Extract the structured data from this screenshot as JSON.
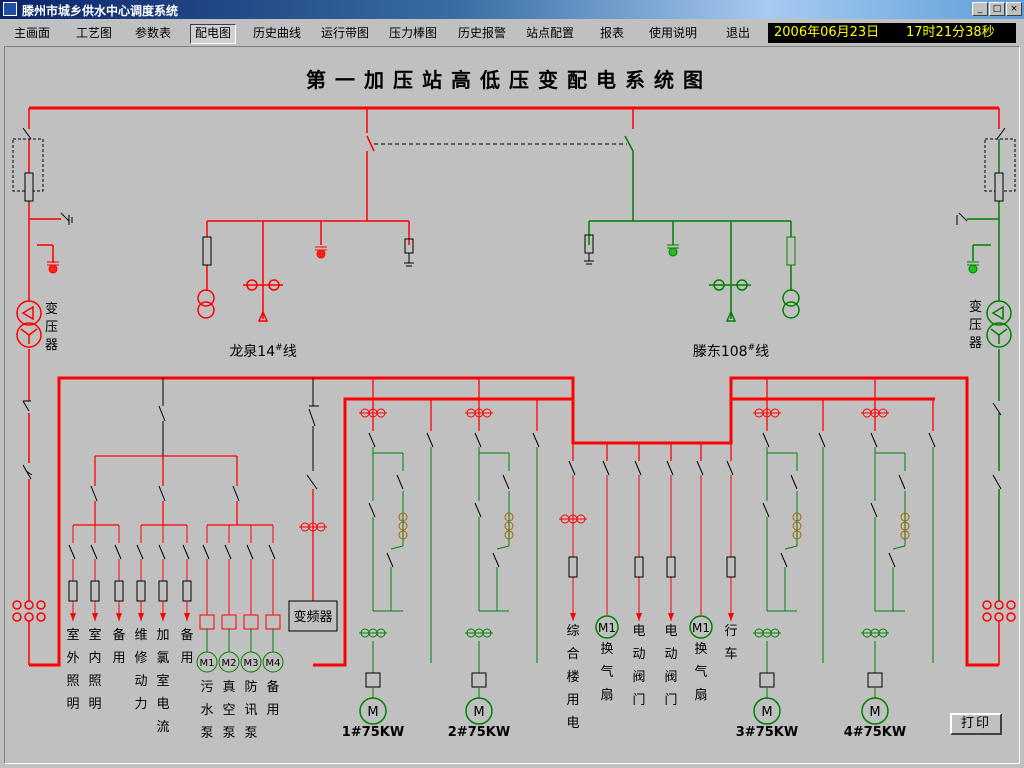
{
  "window": {
    "title": "滕州市城乡供水中心调度系统"
  },
  "menu": [
    "主画面",
    "工艺图",
    "参数表",
    "配电图",
    "历史曲线",
    "运行带图",
    "压力棒图",
    "历史报警",
    "站点配置",
    "报表",
    "使用说明",
    "退出"
  ],
  "clock": {
    "date": "2006年06月23日",
    "time": "17时21分38秒"
  },
  "diagram": {
    "title": "第一加压站高低压变配电系统图",
    "line_left": "龙泉14",
    "line_left_sup": "#",
    "line_left_suffix": "线",
    "line_right": "滕东108",
    "line_right_sup": "#",
    "line_right_suffix": "线",
    "transformer_label": "变压器",
    "vfd_label": "变频器",
    "motor_symbol": "M",
    "small_motors": [
      "M1",
      "M2",
      "M3",
      "M4"
    ],
    "fan_motor": "M1",
    "low_loads": [
      "室外照明",
      "室内照明",
      "备用",
      "维修动力",
      "加氯室电流",
      "备用"
    ],
    "pump_loads": [
      "污水泵",
      "真空泵",
      "防讯泵",
      "备用"
    ],
    "mid_loads": [
      "综合楼用电",
      "换气扇",
      "电动阀门",
      "电动阀门",
      "换气扇",
      "行车"
    ],
    "pump_labels": [
      "1#75KW",
      "2#75KW",
      "3#75KW",
      "4#75KW"
    ]
  },
  "colors": {
    "red": "#ff0000",
    "green": "#008000",
    "clock_fg": "#ffff00"
  },
  "buttons": {
    "print": "打印"
  }
}
